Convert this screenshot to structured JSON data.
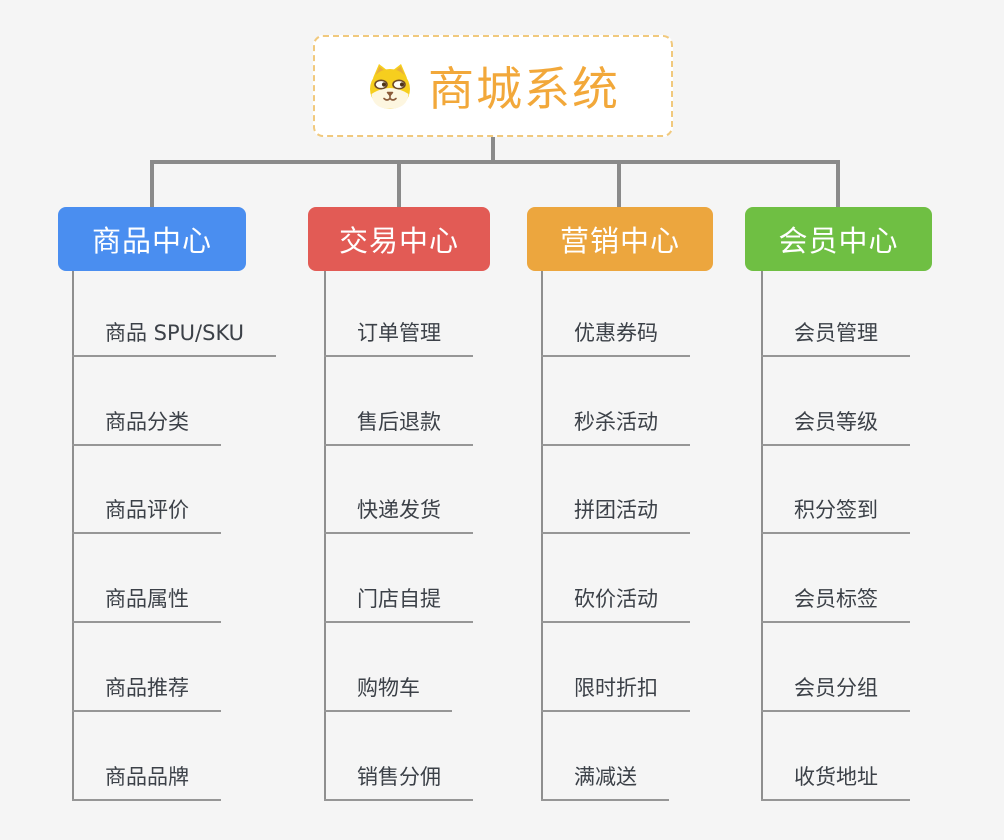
{
  "root": {
    "title": "商城系统"
  },
  "branches": [
    {
      "label": "商品中心",
      "color": "#4a8ef0",
      "items": [
        "商品 SPU/SKU",
        "商品分类",
        "商品评价",
        "商品属性",
        "商品推荐",
        "商品品牌"
      ]
    },
    {
      "label": "交易中心",
      "color": "#e25b55",
      "items": [
        "订单管理",
        "售后退款",
        "快递发货",
        "门店自提",
        "购物车",
        "销售分佣"
      ]
    },
    {
      "label": "营销中心",
      "color": "#eca63e",
      "items": [
        "优惠券码",
        "秒杀活动",
        "拼团活动",
        "砍价活动",
        "限时折扣",
        "满减送"
      ]
    },
    {
      "label": "会员中心",
      "color": "#6fbf43",
      "items": [
        "会员管理",
        "会员等级",
        "积分签到",
        "会员标签",
        "会员分组",
        "收货地址"
      ]
    }
  ],
  "colors": {
    "background": "#f5f5f5",
    "connector": "#8a8a8a",
    "leaf_line": "#969696",
    "root_border": "#f1c97d",
    "root_title": "#f2a83a",
    "leaf_text": "#3c4148"
  }
}
